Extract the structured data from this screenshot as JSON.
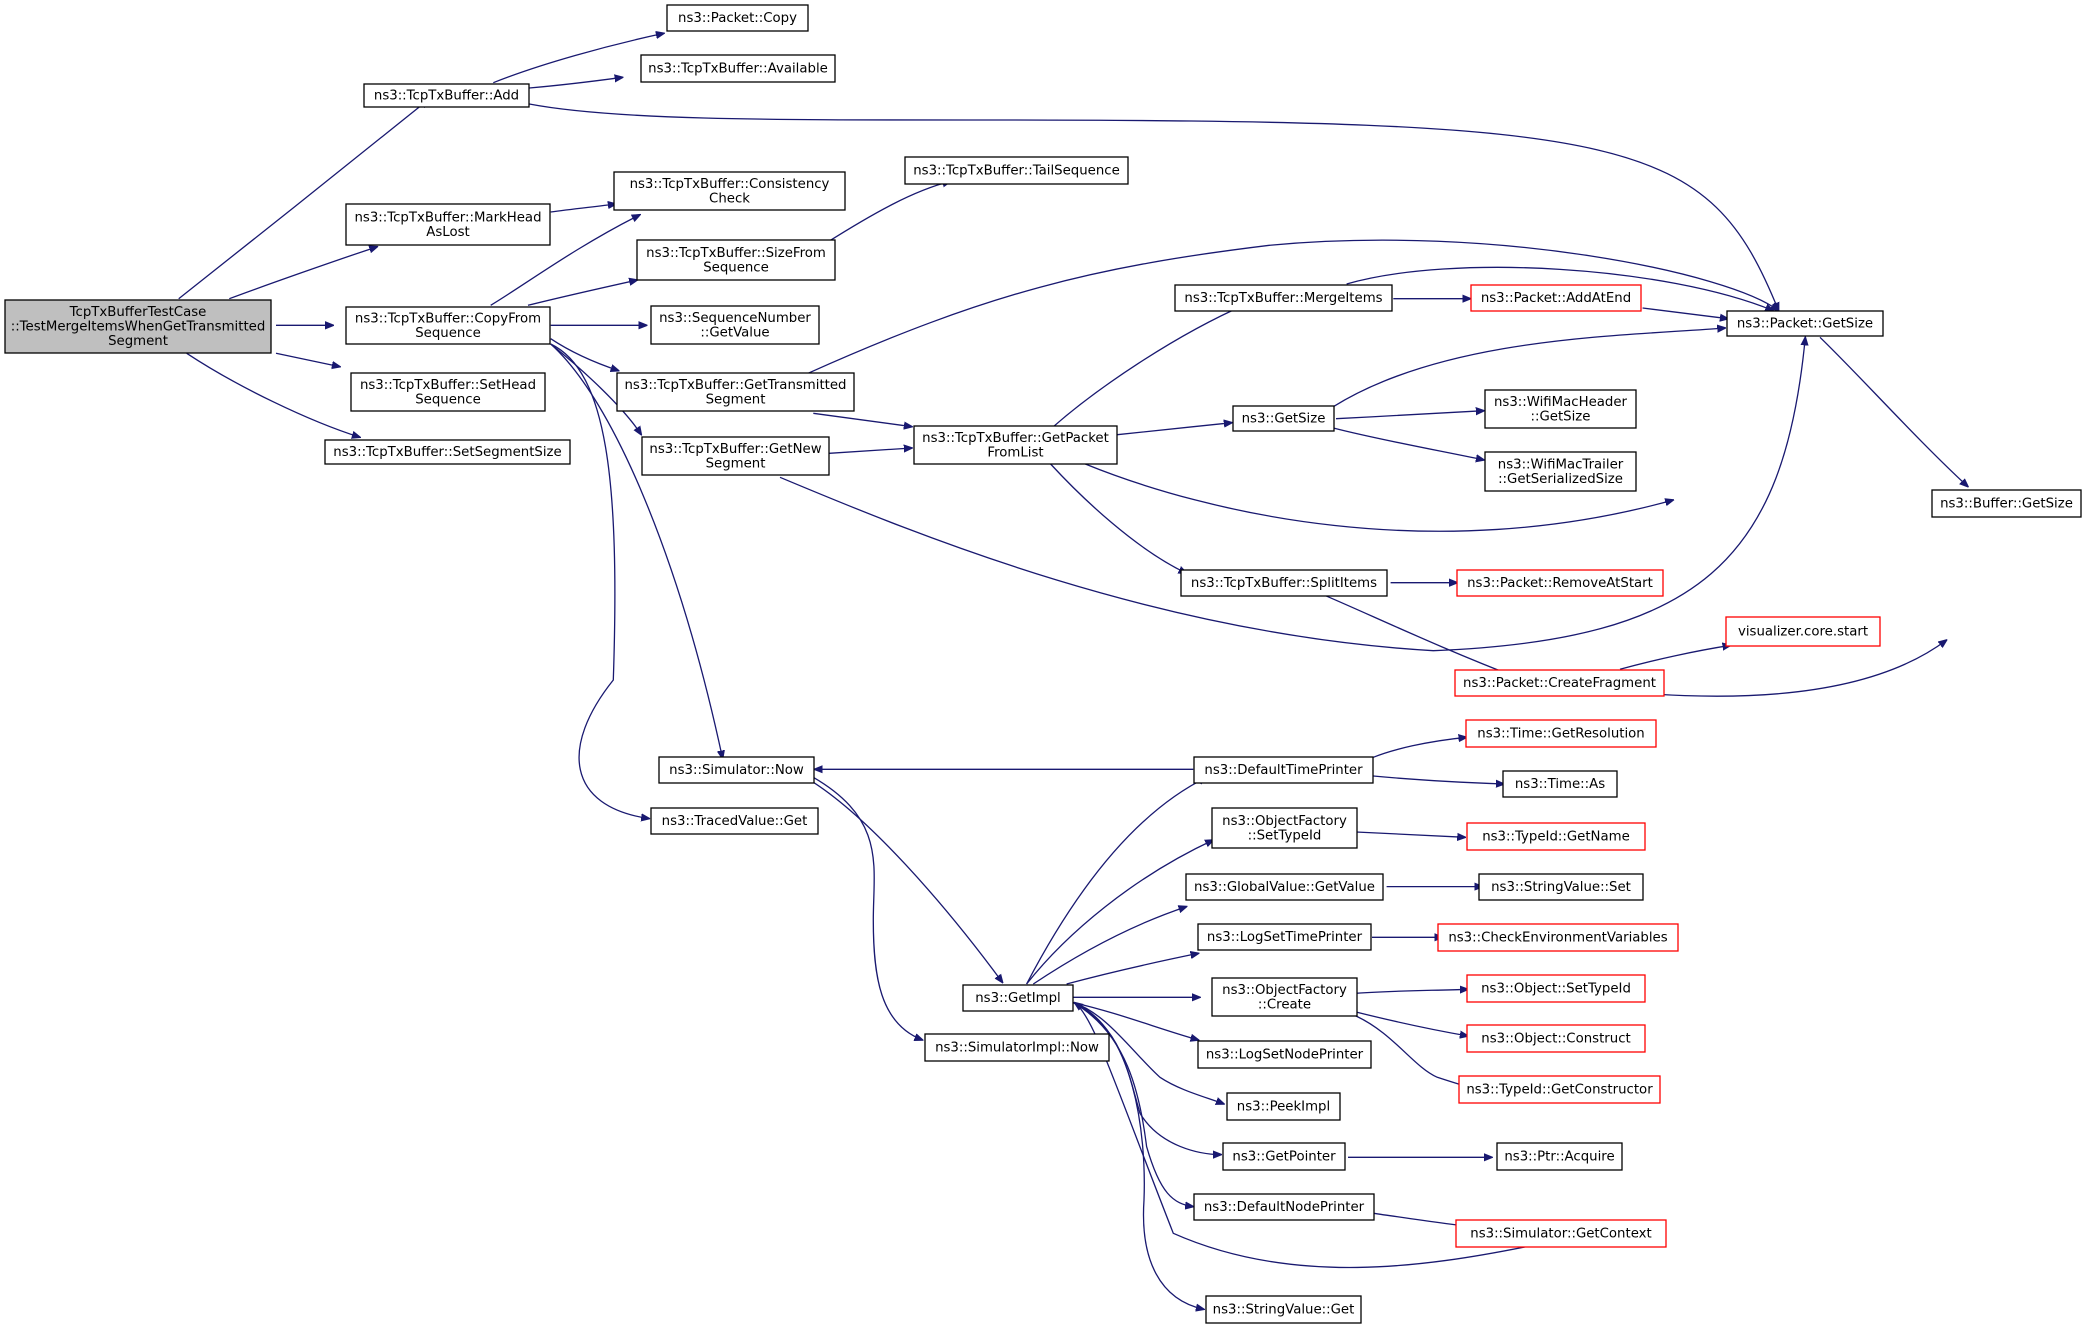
{
  "colors": {
    "edge": "#191970",
    "node_border": "#000000",
    "external_node_border": "#ff0000",
    "root_fill": "#bfbfbf",
    "background": "#ffffff"
  },
  "nodes": [
    {
      "id": "root",
      "lines": [
        "TcpTxBufferTestCase",
        "::TestMergeItemsWhenGetTransmitted",
        "Segment"
      ],
      "style": "root"
    },
    {
      "id": "add",
      "lines": [
        "ns3::TcpTxBuffer::Add"
      ],
      "style": "normal"
    },
    {
      "id": "markhead",
      "lines": [
        "ns3::TcpTxBuffer::MarkHead",
        "AsLost"
      ],
      "style": "normal"
    },
    {
      "id": "copyfrom",
      "lines": [
        "ns3::TcpTxBuffer::CopyFrom",
        "Sequence"
      ],
      "style": "normal"
    },
    {
      "id": "sethead",
      "lines": [
        "ns3::TcpTxBuffer::SetHead",
        "Sequence"
      ],
      "style": "normal"
    },
    {
      "id": "setseg",
      "lines": [
        "ns3::TcpTxBuffer::SetSegmentSize"
      ],
      "style": "normal"
    },
    {
      "id": "pcopy",
      "lines": [
        "ns3::Packet::Copy"
      ],
      "style": "normal"
    },
    {
      "id": "avail",
      "lines": [
        "ns3::TcpTxBuffer::Available"
      ],
      "style": "normal"
    },
    {
      "id": "consist",
      "lines": [
        "ns3::TcpTxBuffer::Consistency",
        "Check"
      ],
      "style": "normal"
    },
    {
      "id": "sizefrom",
      "lines": [
        "ns3::TcpTxBuffer::SizeFrom",
        "Sequence"
      ],
      "style": "normal"
    },
    {
      "id": "seqget",
      "lines": [
        "ns3::SequenceNumber",
        "::GetValue"
      ],
      "style": "normal"
    },
    {
      "id": "gettrans",
      "lines": [
        "ns3::TcpTxBuffer::GetTransmitted",
        "Segment"
      ],
      "style": "normal"
    },
    {
      "id": "getnew",
      "lines": [
        "ns3::TcpTxBuffer::GetNew",
        "Segment"
      ],
      "style": "normal"
    },
    {
      "id": "tailseq",
      "lines": [
        "ns3::TcpTxBuffer::TailSequence"
      ],
      "style": "normal"
    },
    {
      "id": "getpacket",
      "lines": [
        "ns3::TcpTxBuffer::GetPacket",
        "FromList"
      ],
      "style": "normal"
    },
    {
      "id": "merge",
      "lines": [
        "ns3::TcpTxBuffer::MergeItems"
      ],
      "style": "normal"
    },
    {
      "id": "nsgetsize",
      "lines": [
        "ns3::GetSize"
      ],
      "style": "normal"
    },
    {
      "id": "split",
      "lines": [
        "ns3::TcpTxBuffer::SplitItems"
      ],
      "style": "normal"
    },
    {
      "id": "addatend",
      "lines": [
        "ns3::Packet::AddAtEnd"
      ],
      "style": "external"
    },
    {
      "id": "wifihdr",
      "lines": [
        "ns3::WifiMacHeader",
        "::GetSize"
      ],
      "style": "normal"
    },
    {
      "id": "wifitrl",
      "lines": [
        "ns3::WifiMacTrailer",
        "::GetSerializedSize"
      ],
      "style": "normal"
    },
    {
      "id": "removeat",
      "lines": [
        "ns3::Packet::RemoveAtStart"
      ],
      "style": "external"
    },
    {
      "id": "createfrag",
      "lines": [
        "ns3::Packet::CreateFragment"
      ],
      "style": "external"
    },
    {
      "id": "vizstart",
      "lines": [
        "visualizer.core.start"
      ],
      "style": "external"
    },
    {
      "id": "pgetsize",
      "lines": [
        "ns3::Packet::GetSize"
      ],
      "style": "normal"
    },
    {
      "id": "bgetsize",
      "lines": [
        "ns3::Buffer::GetSize"
      ],
      "style": "normal"
    },
    {
      "id": "simnow",
      "lines": [
        "ns3::Simulator::Now"
      ],
      "style": "normal"
    },
    {
      "id": "tracedget",
      "lines": [
        "ns3::TracedValue::Get"
      ],
      "style": "normal"
    },
    {
      "id": "getimpl",
      "lines": [
        "ns3::GetImpl"
      ],
      "style": "normal"
    },
    {
      "id": "simimplnow",
      "lines": [
        "ns3::SimulatorImpl::Now"
      ],
      "style": "normal"
    },
    {
      "id": "deftime",
      "lines": [
        "ns3::DefaultTimePrinter"
      ],
      "style": "normal"
    },
    {
      "id": "ofsettype",
      "lines": [
        "ns3::ObjectFactory",
        "::SetTypeId"
      ],
      "style": "normal"
    },
    {
      "id": "gvget",
      "lines": [
        "ns3::GlobalValue::GetValue"
      ],
      "style": "normal"
    },
    {
      "id": "logsettime",
      "lines": [
        "ns3::LogSetTimePrinter"
      ],
      "style": "normal"
    },
    {
      "id": "ofcreate",
      "lines": [
        "ns3::ObjectFactory",
        "::Create"
      ],
      "style": "normal"
    },
    {
      "id": "logsetnode",
      "lines": [
        "ns3::LogSetNodePrinter"
      ],
      "style": "normal"
    },
    {
      "id": "peekimpl",
      "lines": [
        "ns3::PeekImpl"
      ],
      "style": "normal"
    },
    {
      "id": "getpointer",
      "lines": [
        "ns3::GetPointer"
      ],
      "style": "normal"
    },
    {
      "id": "defnode",
      "lines": [
        "ns3::DefaultNodePrinter"
      ],
      "style": "normal"
    },
    {
      "id": "svget",
      "lines": [
        "ns3::StringValue::Get"
      ],
      "style": "normal"
    },
    {
      "id": "getres",
      "lines": [
        "ns3::Time::GetResolution"
      ],
      "style": "external"
    },
    {
      "id": "timeas",
      "lines": [
        "ns3::Time::As"
      ],
      "style": "normal"
    },
    {
      "id": "tidgetname",
      "lines": [
        "ns3::TypeId::GetName"
      ],
      "style": "external"
    },
    {
      "id": "svset",
      "lines": [
        "ns3::StringValue::Set"
      ],
      "style": "normal"
    },
    {
      "id": "checkenv",
      "lines": [
        "ns3::CheckEnvironmentVariables"
      ],
      "style": "external"
    },
    {
      "id": "objsettype",
      "lines": [
        "ns3::Object::SetTypeId"
      ],
      "style": "external"
    },
    {
      "id": "objconstruct",
      "lines": [
        "ns3::Object::Construct"
      ],
      "style": "external"
    },
    {
      "id": "tidgetctor",
      "lines": [
        "ns3::TypeId::GetConstructor"
      ],
      "style": "external"
    },
    {
      "id": "ptracquire",
      "lines": [
        "ns3::Ptr::Acquire"
      ],
      "style": "normal"
    },
    {
      "id": "simgetctx",
      "lines": [
        "ns3::Simulator::GetContext"
      ],
      "style": "external"
    }
  ],
  "edges": [
    [
      "root",
      "add"
    ],
    [
      "root",
      "markhead"
    ],
    [
      "root",
      "copyfrom"
    ],
    [
      "root",
      "sethead"
    ],
    [
      "root",
      "setseg"
    ],
    [
      "add",
      "pcopy"
    ],
    [
      "add",
      "avail"
    ],
    [
      "add",
      "pgetsize"
    ],
    [
      "markhead",
      "consist"
    ],
    [
      "copyfrom",
      "consist"
    ],
    [
      "copyfrom",
      "sizefrom"
    ],
    [
      "copyfrom",
      "seqget"
    ],
    [
      "copyfrom",
      "gettrans"
    ],
    [
      "copyfrom",
      "getnew"
    ],
    [
      "copyfrom",
      "simnow"
    ],
    [
      "copyfrom",
      "tracedget"
    ],
    [
      "sizefrom",
      "tailseq"
    ],
    [
      "gettrans",
      "getpacket"
    ],
    [
      "gettrans",
      "pgetsize"
    ],
    [
      "getnew",
      "getpacket"
    ],
    [
      "getnew",
      "pgetsize"
    ],
    [
      "getpacket",
      "merge"
    ],
    [
      "getpacket",
      "nsgetsize"
    ],
    [
      "getpacket",
      "split"
    ],
    [
      "getpacket",
      "pgetsize"
    ],
    [
      "merge",
      "addatend"
    ],
    [
      "merge",
      "pgetsize"
    ],
    [
      "addatend",
      "pgetsize"
    ],
    [
      "nsgetsize",
      "pgetsize"
    ],
    [
      "nsgetsize",
      "wifihdr"
    ],
    [
      "nsgetsize",
      "wifitrl"
    ],
    [
      "split",
      "removeat"
    ],
    [
      "split",
      "createfrag"
    ],
    [
      "createfrag",
      "vizstart"
    ],
    [
      "createfrag",
      "bgetsize"
    ],
    [
      "pgetsize",
      "bgetsize"
    ],
    [
      "simnow",
      "getimpl"
    ],
    [
      "simnow",
      "simimplnow"
    ],
    [
      "deftime",
      "simnow"
    ],
    [
      "deftime",
      "getres"
    ],
    [
      "deftime",
      "timeas"
    ],
    [
      "getimpl",
      "deftime"
    ],
    [
      "getimpl",
      "ofsettype"
    ],
    [
      "getimpl",
      "gvget"
    ],
    [
      "getimpl",
      "logsettime"
    ],
    [
      "getimpl",
      "ofcreate"
    ],
    [
      "getimpl",
      "logsetnode"
    ],
    [
      "getimpl",
      "peekimpl"
    ],
    [
      "getimpl",
      "getpointer"
    ],
    [
      "getimpl",
      "defnode"
    ],
    [
      "getimpl",
      "svget"
    ],
    [
      "ofsettype",
      "tidgetname"
    ],
    [
      "gvget",
      "svset"
    ],
    [
      "logsettime",
      "checkenv"
    ],
    [
      "ofcreate",
      "objsettype"
    ],
    [
      "ofcreate",
      "objconstruct"
    ],
    [
      "ofcreate",
      "tidgetctor"
    ],
    [
      "getpointer",
      "ptracquire"
    ],
    [
      "defnode",
      "simgetctx"
    ],
    [
      "simgetctx",
      "getimpl"
    ]
  ]
}
